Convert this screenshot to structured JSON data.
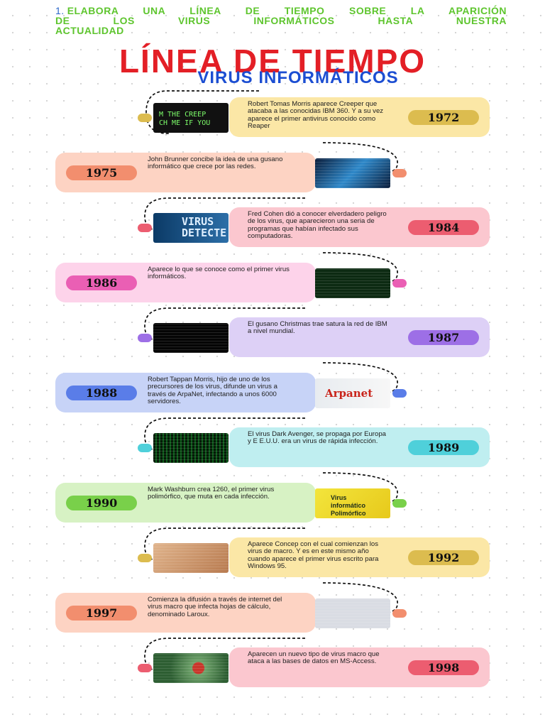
{
  "header": {
    "number": "1.",
    "lines": [
      "ELABORA UNA LÍNEA DE TIEMPO SOBRE LA APARICIÓN",
      "DE LOS VIRUS INFORMÁTICOS HASTA NUESTRA",
      "ACTUALIDAD"
    ],
    "title": "LÍNEA DE TIEMPO",
    "subtitle": "VIRUS INFORMÁTICOS"
  },
  "colors": {
    "title": "#e31f26",
    "subtitle": "#1c4ed2",
    "heading": "#5ec52e"
  },
  "events": [
    {
      "year": "1972",
      "text": "Robert Tomas Morris aparece Creeper que atacaba a las conocidas IBM 360. Y a su vez aparece el primer antivirus conocido como Reaper",
      "image_text": "M THE CREEP\nCH ME IF YOU",
      "card_color": "#fbe7a6",
      "pill_color": "#dcbc4f"
    },
    {
      "year": "1975",
      "text": "John Brunner concibe la idea de una gusano informático que crece por las redes.",
      "card_color": "#fdd3c3",
      "pill_color": "#f28e6e"
    },
    {
      "year": "1984",
      "text": "Fred Cohen dió a conocer elverdadero peligro de los virus, que aparecieron una seria de programas que habían infectado sus computadoras.",
      "image_text": "VIRUS\nDETECTE",
      "card_color": "#fbc7cf",
      "pill_color": "#ec5d70"
    },
    {
      "year": "1986",
      "text": "Aparece lo que se conoce como el primer virus informáticos.",
      "card_color": "#fdd3ea",
      "pill_color": "#ea5fb4"
    },
    {
      "year": "1987",
      "text": "El gusano Christmas trae satura la red de IBM a nivel mundial.",
      "card_color": "#ddd0f6",
      "pill_color": "#9d6fe6"
    },
    {
      "year": "1988",
      "text": "Robert Tappan Morris, hijo de uno de los precursores de los virus, difunde un virus a través de ArpaNet, infectando a unos 6000 servidores.",
      "image_text": "Arpanet",
      "card_color": "#c7d3f7",
      "pill_color": "#5a7de8"
    },
    {
      "year": "1989",
      "text": "El virus Dark Avenger, se propaga por Europa y E E.U.U. era un virus de rápida infección.",
      "card_color": "#bfeef0",
      "pill_color": "#4fd0da"
    },
    {
      "year": "1990",
      "text": "Mark Washburn crea 1260, el primer virus polimórfico, que muta en cada infección.",
      "image_text": "Virus\ninformático\nPolimórfico",
      "card_color": "#d7f2c4",
      "pill_color": "#79d04a"
    },
    {
      "year": "1992",
      "text": "Aparece Concep con el cual comienzan los virus de macro. Y es en este mismo año cuando aparece el primer virus escrito para Windows 95.",
      "card_color": "#fbe7a6",
      "pill_color": "#dcbc4f"
    },
    {
      "year": "1997",
      "text": "Comienza la difusión a través de internet del virus macro que infecta hojas de cálculo, denominado Laroux.",
      "card_color": "#fdd3c3",
      "pill_color": "#f28e6e"
    },
    {
      "year": "1998",
      "text": "Aparecen un nuevo tipo de virus macro que ataca a las bases de datos en MS-Access.",
      "card_color": "#fbc7cf",
      "pill_color": "#ec5d70"
    }
  ]
}
